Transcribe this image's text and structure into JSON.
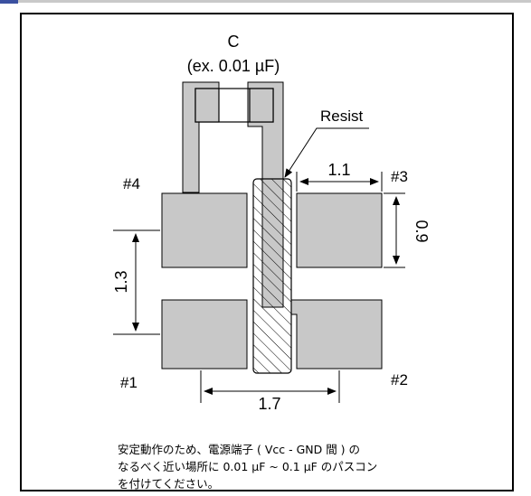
{
  "component": {
    "name": "C",
    "example": "(ex. 0.01 µF)"
  },
  "labels": {
    "resist": "Resist",
    "pad1": "#1",
    "pad2": "#2",
    "pad3": "#3",
    "pad4": "#4"
  },
  "dimensions": {
    "width": "1.1",
    "height": "0.9",
    "vertical_pitch": "1.3",
    "horizontal_pitch": "1.7"
  },
  "note": {
    "line1": "安定動作のため、電源端子 ( Vcc - GND 間 ) の",
    "line2": "なるべく近い場所に 0.01 µF ~ 0.1 µF のパスコン",
    "line3": "を付けてください。"
  },
  "colors": {
    "pad_fill": "#c8c8c8",
    "outline": "#000000"
  }
}
